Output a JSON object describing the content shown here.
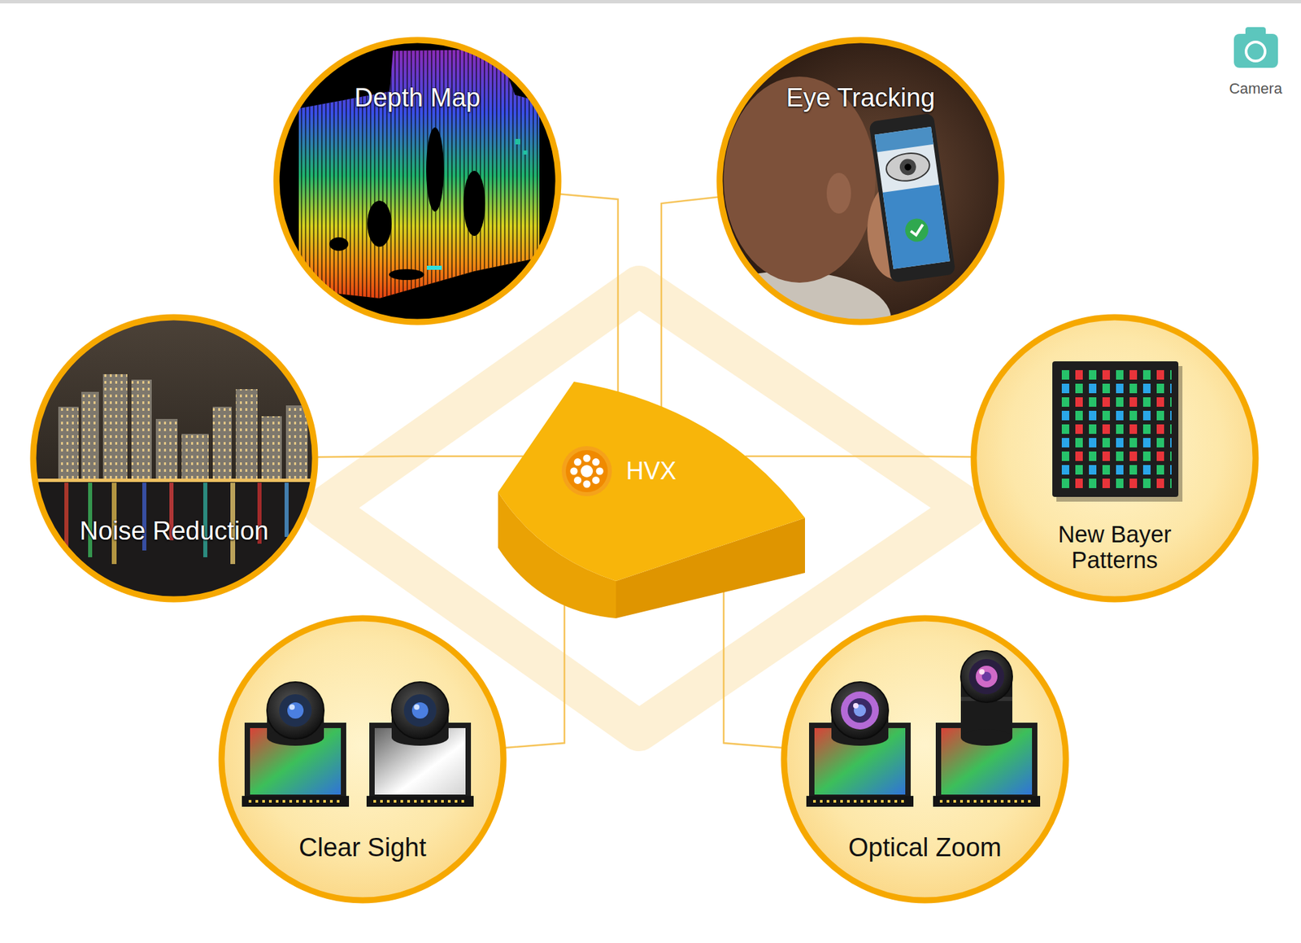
{
  "diagram": {
    "nodes": [
      {
        "text": [
          "Depth Map"
        ]
      },
      {
        "text": [
          "Eye Tracking"
        ]
      },
      {
        "text": [
          "Noise Reduction"
        ]
      },
      {
        "text": [
          "HVX"
        ]
      },
      {
        "text": [
          "New Bayer Patterns"
        ]
      },
      {
        "text": [
          "Clear Sight"
        ]
      },
      {
        "text": [
          "Optical Zoom"
        ]
      }
    ],
    "edges": [
      {
        "from": 0,
        "to": 3,
        "arrow": "none"
      },
      {
        "from": 1,
        "to": 3,
        "arrow": "none"
      },
      {
        "from": 2,
        "to": 3,
        "arrow": "none"
      },
      {
        "from": 4,
        "to": 3,
        "arrow": "none"
      },
      {
        "from": 5,
        "to": 3,
        "arrow": "none"
      },
      {
        "from": 6,
        "to": 3,
        "arrow": "none"
      }
    ],
    "labels": [
      "Camera"
    ]
  }
}
